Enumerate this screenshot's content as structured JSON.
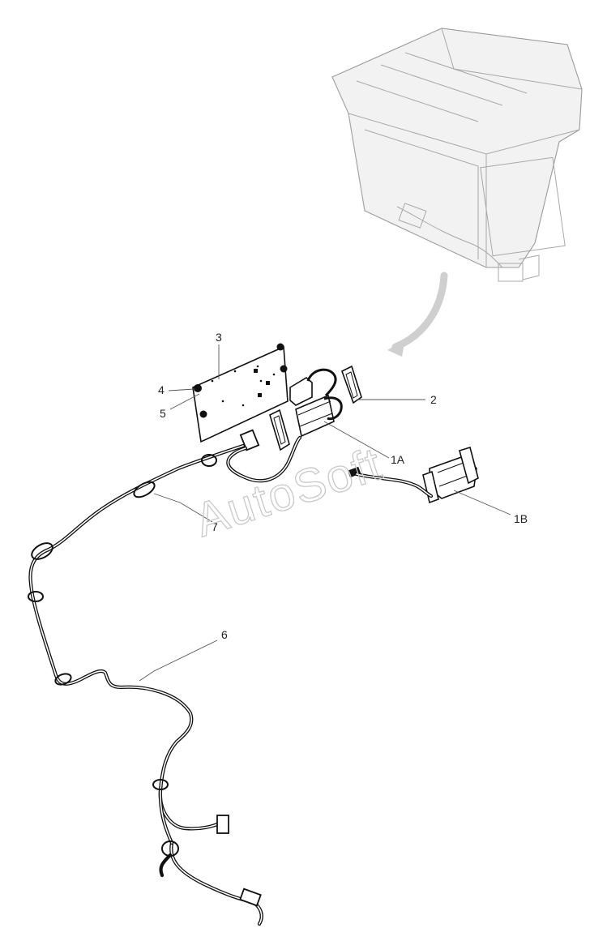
{
  "callouts": {
    "c1A": "1A",
    "c1B": "1B",
    "c2": "2",
    "c3": "3",
    "c4": "4",
    "c5": "5",
    "c6": "6",
    "c7": "7"
  },
  "watermark": "AutoSoft"
}
